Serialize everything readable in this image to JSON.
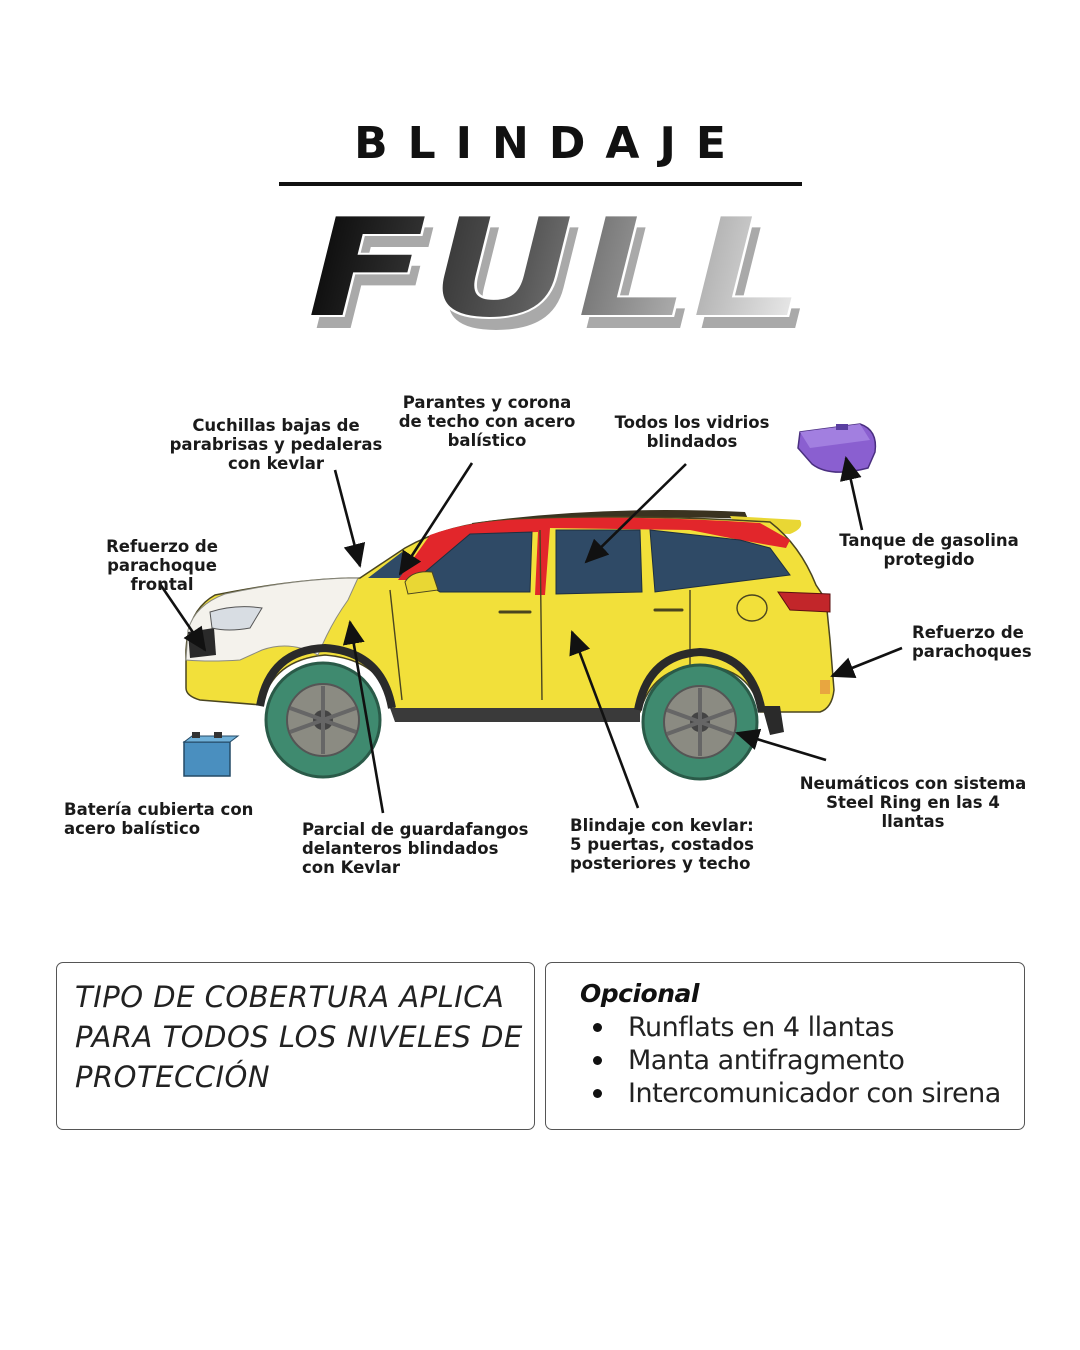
{
  "header": {
    "title": "BLINDAJE",
    "level": "FULL"
  },
  "callouts": {
    "cuchillas": "Cuchillas bajas de\nparabrisas y pedaleras\ncon kevlar",
    "parantes": "Parantes y corona\nde techo con acero\nbalístico",
    "vidrios": "Todos los vidrios\nblindados",
    "tanque": "Tanque de gasolina\nprotegido",
    "parachoque_frontal": "Refuerzo de\nparachoque frontal",
    "parachoques": "Refuerzo de\nparachoques",
    "neumaticos": "Neumáticos con sistema\nSteel Ring en las 4\nllantas",
    "bateria": "Batería cubierta con\nacero balístico",
    "guardafangos": "Parcial de guardafangos\ndelanteros blindados\ncon Kevlar",
    "kevlar": "Blindaje con kevlar:\n5 puertas, costados\nposteriores y techo"
  },
  "coverage": {
    "text": "TIPO DE COBERTURA APLICA PARA TODOS LOS NIVELES DE PROTECCIÓN"
  },
  "optional": {
    "title": "Opcional",
    "items": [
      "Runflats en 4 llantas",
      "Manta antifragmento",
      "Intercomunicador con sirena"
    ]
  },
  "colors": {
    "armor_yellow": "#f2e03a",
    "pillar_red": "#e2262b",
    "glass_blue": "#2f4a66",
    "tire_green": "#3f8a6f",
    "tank_purple": "#8a5fd0",
    "battery_blue": "#4a8fbf"
  }
}
